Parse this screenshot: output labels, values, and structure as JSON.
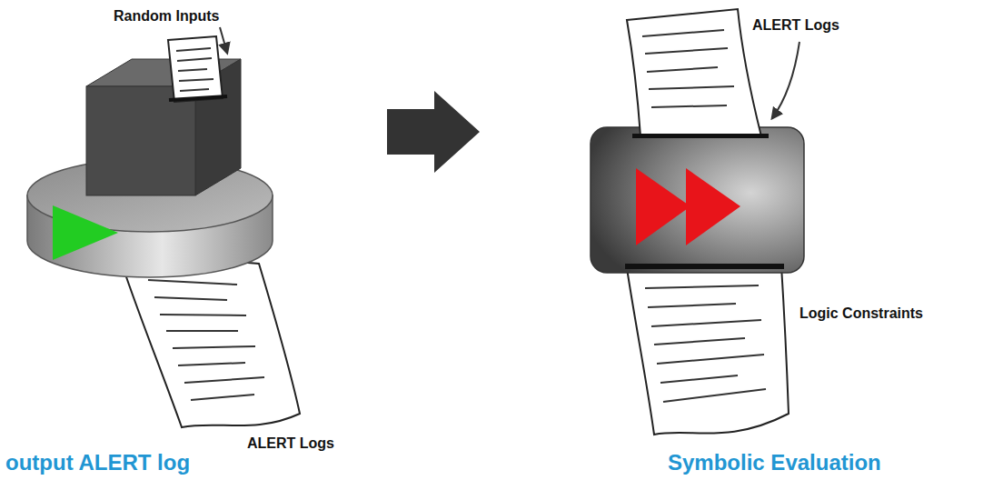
{
  "diagram": {
    "nodes": [
      {
        "text": [
          "output ALERT log"
        ]
      },
      {
        "text": [
          "Symbolic Evaluation"
        ]
      }
    ],
    "edges": [
      {
        "from": 0,
        "to": 1,
        "arrow": "to"
      }
    ],
    "labels": [
      "Random Inputs",
      "ALERT Logs",
      "ALERT Logs",
      "Logic Constraints"
    ]
  }
}
